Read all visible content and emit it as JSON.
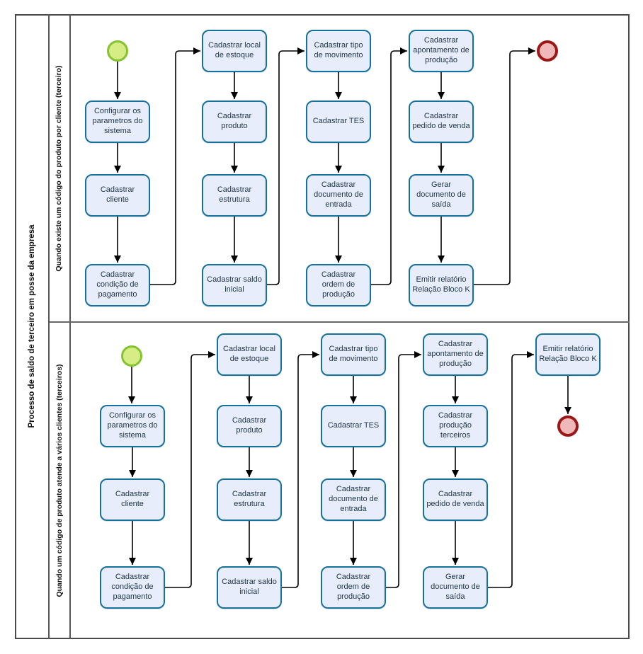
{
  "pool": {
    "title": "Processo de saldo de terceiro em posse da empresa"
  },
  "lanes": [
    {
      "label": "Quando existe um código do produto por cliente (terceiro)",
      "tasks": [
        {
          "label": "Configurar os parametros do sistema"
        },
        {
          "label": "Cadastrar cliente"
        },
        {
          "label": "Cadastrar condição de pagamento"
        },
        {
          "label": "Cadastrar local de estoque"
        },
        {
          "label": "Cadastrar produto"
        },
        {
          "label": "Cadastrar estrutura"
        },
        {
          "label": "Cadastrar saldo inicial"
        },
        {
          "label": "Cadastrar tipo de movimento"
        },
        {
          "label": "Cadastrar TES"
        },
        {
          "label": "Cadastrar documento de entrada"
        },
        {
          "label": "Cadastrar ordem de produção"
        },
        {
          "label": "Cadastrar apontamento de produção"
        },
        {
          "label": "Cadastrar pedido de venda"
        },
        {
          "label": "Gerar documento de saída"
        },
        {
          "label": "Emitir relatório Relação Bloco K"
        }
      ]
    },
    {
      "label": "Quando um código de produto atende a vários clientes (terceiros)",
      "tasks": [
        {
          "label": "Configurar os parametros do sistema"
        },
        {
          "label": "Cadastrar cliente"
        },
        {
          "label": "Cadastrar condição de pagamento"
        },
        {
          "label": "Cadastrar local de estoque"
        },
        {
          "label": "Cadastrar produto"
        },
        {
          "label": "Cadastrar estrutura"
        },
        {
          "label": "Cadastrar saldo inicial"
        },
        {
          "label": "Cadastrar tipo de movimento"
        },
        {
          "label": "Cadastrar TES"
        },
        {
          "label": "Cadastrar documento de entrada"
        },
        {
          "label": "Cadastrar ordem de produção"
        },
        {
          "label": "Cadastrar apontamento de produção"
        },
        {
          "label": "Cadastrar produção terceiros"
        },
        {
          "label": "Cadastrar pedido de venda"
        },
        {
          "label": "Gerar documento de saída"
        },
        {
          "label": "Emitir relatório Relação Bloco K"
        }
      ]
    }
  ],
  "colors": {
    "task_fill": "#e8edfb",
    "task_border": "#17719d",
    "start_event_fill": "#d6ed85",
    "start_event_border": "#84c22e",
    "end_event_fill": "#f0b9b9",
    "end_event_border": "#9c1717",
    "flow_line": "#000000",
    "frame_border": "#4a4a4a"
  }
}
